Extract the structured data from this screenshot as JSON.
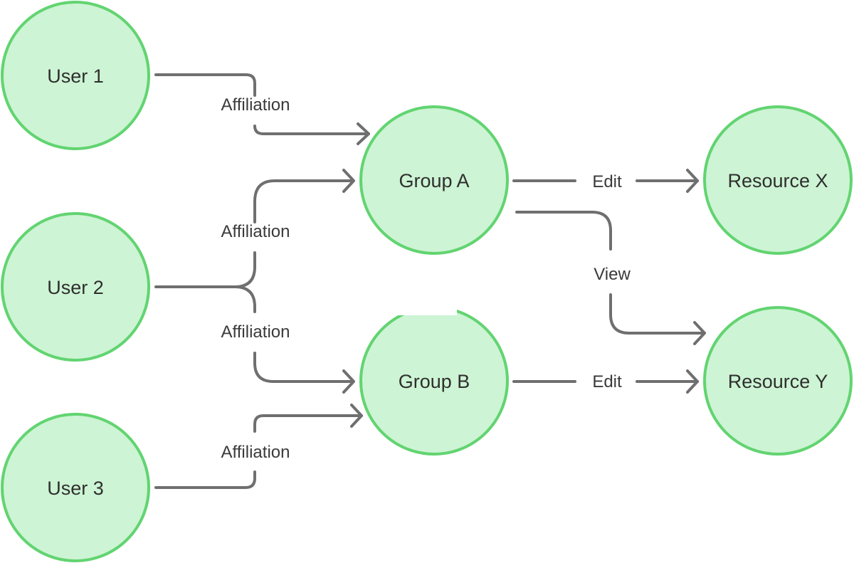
{
  "diagram": {
    "colors": {
      "node_fill": "#cdf4d4",
      "node_stroke": "#62d471",
      "edge": "#6f6f6f",
      "text": "#2f2f2f"
    },
    "nodes": {
      "user1": "User 1",
      "user2": "User 2",
      "user3": "User 3",
      "groupA": "Group A",
      "groupB": "Group B",
      "resourceX": "Resource X",
      "resourceY": "Resource Y"
    },
    "edges": {
      "user1_groupA": "Affiliation",
      "user2_groupA": "Affiliation",
      "user2_groupB": "Affiliation",
      "user3_groupB": "Affiliation",
      "groupA_resourceX": "Edit",
      "groupA_resourceY": "View",
      "groupB_resourceY": "Edit"
    }
  }
}
